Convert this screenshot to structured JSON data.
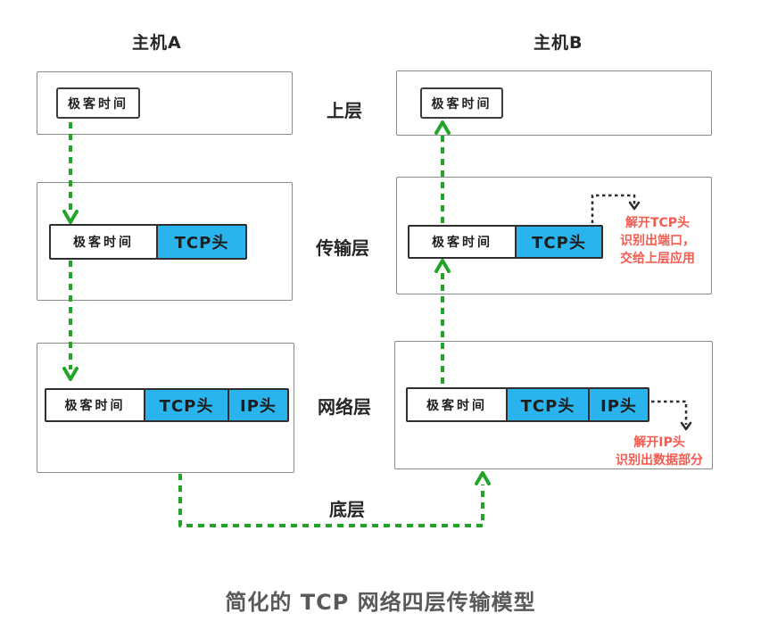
{
  "colors": {
    "header_blue": "#29b4ee",
    "arrow_green": "#22a428",
    "note_red": "#f75b50",
    "box_border_gray": "#8a8a8a",
    "caption_gray": "#595959"
  },
  "hosts": {
    "a": {
      "title": "主机A",
      "upper_chip": "极客时间",
      "transport_segments": [
        "极客时间",
        "TCP头"
      ],
      "network_segments": [
        "极客时间",
        "TCP头",
        "IP头"
      ]
    },
    "b": {
      "title": "主机B",
      "upper_chip": "极客时间",
      "transport_segments": [
        "极客时间",
        "TCP头"
      ],
      "network_segments": [
        "极客时间",
        "TCP头",
        "IP头"
      ],
      "notes": {
        "transport": [
          "解开TCP头",
          "识别出端口，",
          "交给上层应用"
        ],
        "network": [
          "解开IP头",
          "识别出数据部分"
        ]
      }
    }
  },
  "layers": {
    "upper": "上层",
    "transport": "传输层",
    "network": "网络层",
    "bottom": "底层"
  },
  "caption": "简化的 TCP 网络四层传输模型"
}
